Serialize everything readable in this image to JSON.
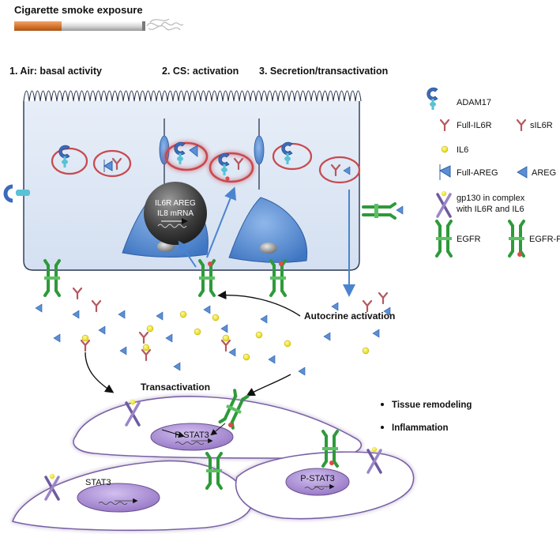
{
  "header": {
    "title": "Cigarette smoke exposure"
  },
  "stages": {
    "air": "1. Air: basal activity",
    "cs": "2. CS: activation",
    "secretion": "3. Secretion/transactivation"
  },
  "nucleus_text": {
    "line1": "IL6R AREG",
    "line2": "IL8 mRNA"
  },
  "annotations": {
    "autocrine": "Autocrine activation",
    "transactivation": "Transactivation",
    "pstat3_1": "P-STAT3",
    "pstat3_2": "P-STAT3",
    "stat3": "STAT3"
  },
  "outcomes": [
    "Tissue remodeling",
    "Inflammation"
  ],
  "legend": {
    "adam17": "ADAM17",
    "full_il6r": "Full-IL6R",
    "sil6r": "sIL6R",
    "il6": "IL6",
    "full_areg": "Full-AREG",
    "areg": "AREG",
    "gp130_line1": "gp130 in complex",
    "gp130_line2": "with IL6R and IL6",
    "egfr": "EGFR",
    "egfr_p": "EGFR-P"
  },
  "colors": {
    "cell_fill": "#dde7f5",
    "cell_stroke": "#2a3550",
    "nucleus_blue": "#4f86cf",
    "egfr_green": "#2e9a3a",
    "areg_blue": "#5a8fd6",
    "il6_yellow": "#f2e81b",
    "il6r_red": "#b6585f",
    "halo_red": "#c84a4f",
    "stat_purple": "#9b7cc4",
    "fibro_stroke": "#6a4f8e"
  }
}
